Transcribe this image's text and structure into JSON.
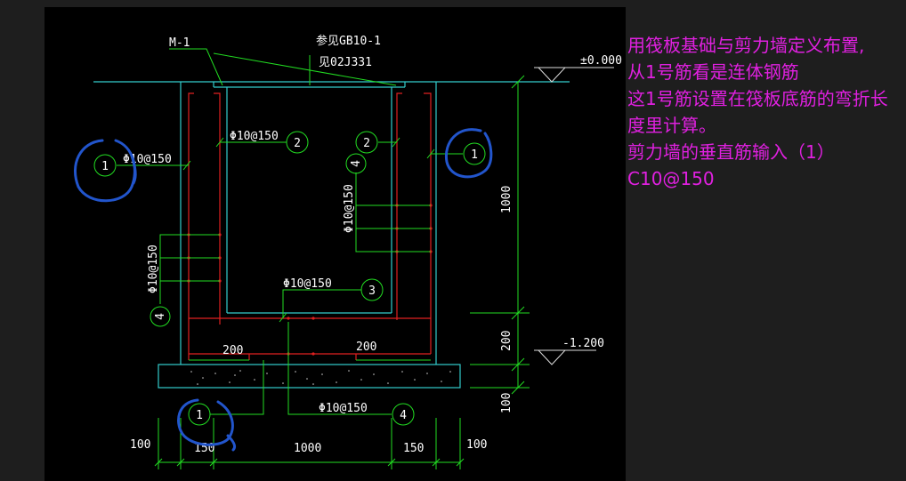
{
  "drawing": {
    "top_level": "±0.000",
    "bottom_level": "-1.200",
    "labels": {
      "m1": "M-1",
      "ref1": "参见GB10-1",
      "ref2": "见02J331"
    },
    "rebar_specs": {
      "r1": "Φ10@150",
      "r2": "Φ10@150",
      "r3": "Φ10@150",
      "r4": "Φ10@150",
      "r4_vertical": "Φ10@150",
      "r4_vertical_left": "Φ10@150"
    },
    "markers": [
      "1",
      "2",
      "3",
      "4"
    ],
    "dims": {
      "d100a": "100",
      "d150a": "150",
      "d1000": "1000",
      "d150b": "150",
      "d100b": "100",
      "v1000": "1000",
      "v200": "200",
      "v100": "100",
      "h200a": "200",
      "h200b": "200"
    },
    "colors": {
      "background": "#000000",
      "outline": "#33cccc",
      "rebar": "#e02020",
      "leader": "#22dd22",
      "text": "#ffffff",
      "annotation": "#2255cc"
    }
  },
  "note": {
    "lines": [
      "用筏板基础与剪力墙定义布置,",
      "从1号筋看是连体钢筋",
      "这1号筋设置在筏板底筋的弯折长度里计算。",
      "剪力墙的垂直筋输入（1）C10@150"
    ],
    "color": "#e020e0"
  }
}
